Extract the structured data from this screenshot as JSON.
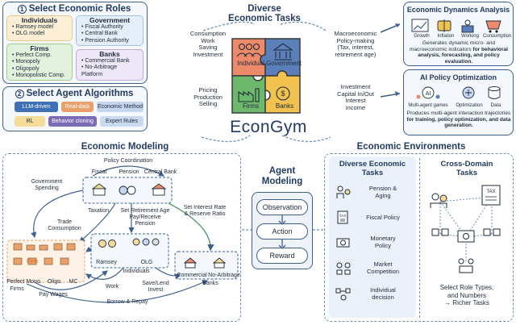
{
  "center": {
    "title_line1": "Diverse",
    "title_line2": "Economic Tasks",
    "pieces": [
      "Individual",
      "Government",
      "Firms",
      "Banks"
    ],
    "brand": "EconGym",
    "left_top_text": [
      "Consumption",
      "Work",
      "Saving",
      "Investment"
    ],
    "left_bottom_text": [
      "Pricing",
      "Production",
      "Selling"
    ],
    "right_top_text": [
      "Macroeconomic",
      "Policy-making",
      "(Tax, interest,",
      "retirement age)"
    ],
    "right_bottom_text": [
      "Investment",
      "Capital In/Out",
      "Interest",
      "income"
    ]
  },
  "roles": {
    "number": "1",
    "header": "Select Economic Roles",
    "individuals": {
      "title": "Individuals",
      "items": [
        "Ramsey model",
        "OLG model"
      ]
    },
    "government": {
      "title": "Government",
      "items": [
        "Fiscal Authority",
        "Central Bank",
        "Pension Authority"
      ]
    },
    "firms": {
      "title": "Firms",
      "items": [
        "Perfect Comp.",
        "Monopoly",
        "Oligopoly",
        "Monopolistic Comp."
      ]
    },
    "banks": {
      "title": "Banks",
      "items": [
        "Commercial Bank",
        "No-Arbitrage Platform"
      ]
    }
  },
  "algorithms": {
    "number": "2",
    "header": "Select Agent Algorithms",
    "tags": [
      "LLM-driven",
      "Real-data",
      "Economic Method",
      "RL",
      "Behavior cloning",
      "Expert Rules"
    ]
  },
  "analysis": {
    "title": "Economic Dynamics Analysis",
    "icons": [
      "Growth",
      "Inflation",
      "Working",
      "Consumption"
    ],
    "desc_plain1": "Generates dynamic micro- and",
    "desc_plain2": "macroeconomic indicators",
    "desc_bold": "for behavioral analysis, forecasting, and policy evaluation."
  },
  "policy_opt": {
    "title": "AI Policy Optimization",
    "icons": [
      "Multi-agent games",
      "Optimization",
      "Data"
    ],
    "desc_plain": "Produces multi-agent interaction trajectories",
    "desc_bold": "for training, policy optimization, and data generation."
  },
  "modeling": {
    "title": "Economic Modeling",
    "policy_coordination": "Policy Coordination",
    "fiscal": "Fiscal",
    "pension": "Pension",
    "central_bank": "Central Bank",
    "gov_spending": [
      "Government",
      "Spending"
    ],
    "taxation": "Taxation",
    "trade_consumption": [
      "Trade",
      "Consumption"
    ],
    "retirement": [
      "Set Retirement Age",
      "Pay/Receive",
      "Pension"
    ],
    "interest": [
      "Set Interest Rate",
      "& Reserve Ratio"
    ],
    "firm": "Firm",
    "firm_types": [
      "Perfect Mono.",
      "Oligo.",
      "MC"
    ],
    "firms_label": "Firms",
    "ramsey": "Ramsey",
    "olg": "OLG",
    "individuals_label": "Individuals",
    "commercial": "Commercial",
    "no_arbitrage": "No-Arbitrage",
    "banks_label": "Banks",
    "work": "Work",
    "save_lend": [
      "Save/Lend",
      "Invest"
    ],
    "pay_wages": "Pay Wages",
    "borrow_repay": "Borrow & Repay"
  },
  "agent": {
    "title": [
      "Agent",
      "Modeling"
    ],
    "steps": [
      "Observation",
      "Action",
      "Reward"
    ]
  },
  "environments": {
    "title": "Economic Environments",
    "diverse_title": [
      "Diverse Economic",
      "Tasks"
    ],
    "tasks": [
      [
        "Pension &",
        "Aging"
      ],
      [
        "Fiscal Policy"
      ],
      [
        "Monetary",
        "Policy"
      ],
      [
        "Market",
        "Competition"
      ],
      [
        "Individual",
        "decision"
      ]
    ],
    "cross_title": [
      "Cross-Domain",
      "Tasks"
    ],
    "cross_caption": [
      "Select Role Types,",
      "and Numbers",
      "→ Richer Tasks"
    ]
  }
}
